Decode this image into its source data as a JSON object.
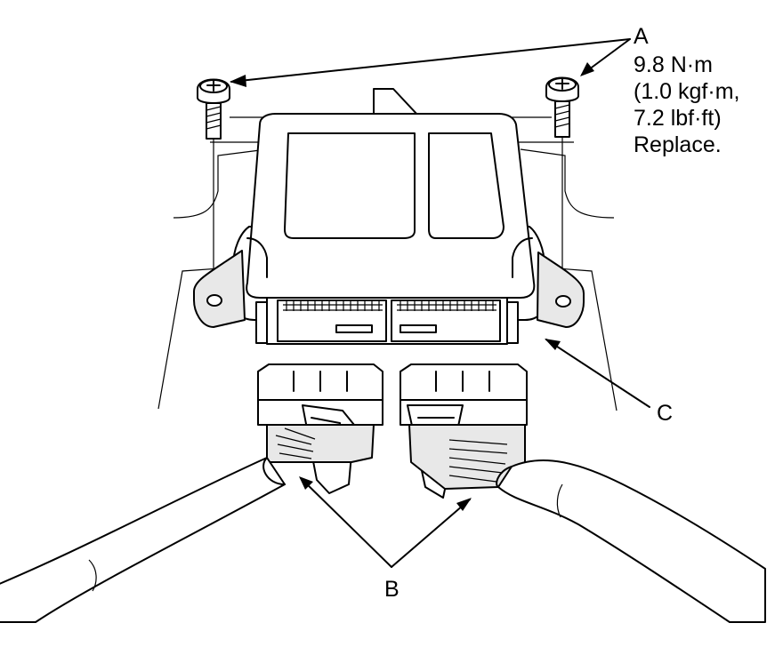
{
  "callouts": {
    "a": {
      "letter": "A",
      "torque_nm": "9.8 N·m",
      "torque_kgf": "(1.0 kgf·m,",
      "torque_lbf": "7.2 lbf·ft)",
      "note": "Replace."
    },
    "b": {
      "letter": "B"
    },
    "c": {
      "letter": "C"
    }
  }
}
